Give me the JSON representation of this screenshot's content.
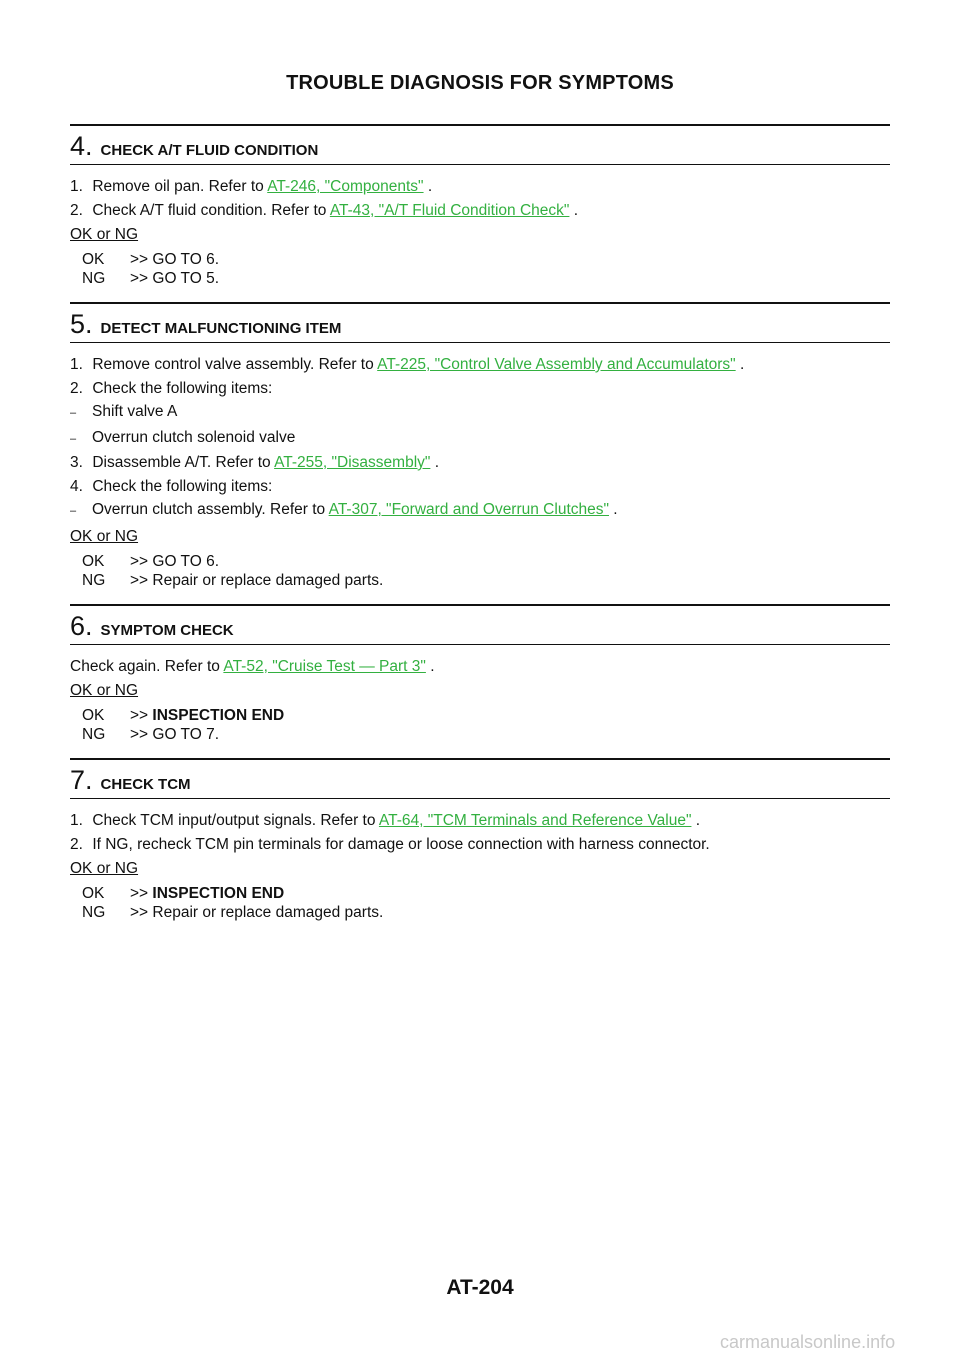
{
  "header": {
    "title": "TROUBLE DIAGNOSIS FOR SYMPTOMS"
  },
  "steps": [
    {
      "num": "4",
      "title": "CHECK A/T FLUID CONDITION",
      "lines": [
        {
          "prefix": "1.",
          "text": "Remove oil pan. Refer to ",
          "link": "AT-246, \"Components\"",
          "after": " ."
        },
        {
          "prefix": "2.",
          "text": "Check A/T fluid condition. Refer to ",
          "link": "AT-43, \"A/T Fluid Condition Check\"",
          "after": " ."
        }
      ],
      "ok_ng_label": "OK or NG",
      "results": [
        {
          "label": "OK",
          "text": ">> GO TO 6.",
          "bold": ""
        },
        {
          "label": "NG",
          "text": ">> GO TO 5.",
          "bold": ""
        }
      ]
    },
    {
      "num": "5",
      "title": "DETECT MALFUNCTIONING ITEM",
      "lines": [
        {
          "prefix": "1.",
          "text": "Remove control valve assembly. Refer to ",
          "link": "AT-225, \"Control Valve Assembly and Accumulators\"",
          "after": " ."
        },
        {
          "prefix": "2.",
          "text": "Check the following items:",
          "link": "",
          "after": ""
        },
        {
          "prefix": "–",
          "text": "Shift valve A",
          "link": "",
          "after": ""
        },
        {
          "prefix": "–",
          "text": "Overrun clutch solenoid valve",
          "link": "",
          "after": ""
        },
        {
          "prefix": "3.",
          "text": "Disassemble A/T. Refer to ",
          "link": "AT-255, \"Disassembly\"",
          "after": " ."
        },
        {
          "prefix": "4.",
          "text": "Check the following items:",
          "link": "",
          "after": ""
        },
        {
          "prefix": "–",
          "text": "Overrun clutch assembly. Refer to ",
          "link": "AT-307, \"Forward and Overrun Clutches\"",
          "after": " ."
        }
      ],
      "ok_ng_label": "OK or NG",
      "results": [
        {
          "label": "OK",
          "text": ">> GO TO 6.",
          "bold": ""
        },
        {
          "label": "NG",
          "text": ">> Repair or replace damaged parts.",
          "bold": ""
        }
      ]
    },
    {
      "num": "6",
      "title": "SYMPTOM CHECK",
      "lines": [
        {
          "prefix": "",
          "text": "Check again. Refer to ",
          "link": "AT-52, \"Cruise Test — Part 3\"",
          "after": " ."
        }
      ],
      "ok_ng_label": "OK or NG",
      "results": [
        {
          "label": "OK",
          "text": ">> ",
          "bold": "INSPECTION END"
        },
        {
          "label": "NG",
          "text": ">> GO TO 7.",
          "bold": ""
        }
      ]
    },
    {
      "num": "7",
      "title": "CHECK TCM",
      "lines": [
        {
          "prefix": "1.",
          "text": "Check TCM input/output signals. Refer to ",
          "link": "AT-64, \"TCM Terminals and Reference Value\"",
          "after": " ."
        },
        {
          "prefix": "2.",
          "text": "If NG, recheck TCM pin terminals for damage or loose connection with harness connector.",
          "link": "",
          "after": ""
        }
      ],
      "ok_ng_label": "OK or NG",
      "results": [
        {
          "label": "OK",
          "text": ">> ",
          "bold": "INSPECTION END"
        },
        {
          "label": "NG",
          "text": ">> Repair or replace damaged parts.",
          "bold": ""
        }
      ]
    }
  ],
  "footer": {
    "page_number": "AT-204",
    "watermark": "carmanualsonline.info"
  },
  "colors": {
    "link": "#33b040",
    "watermark": "#c8c8c8"
  }
}
